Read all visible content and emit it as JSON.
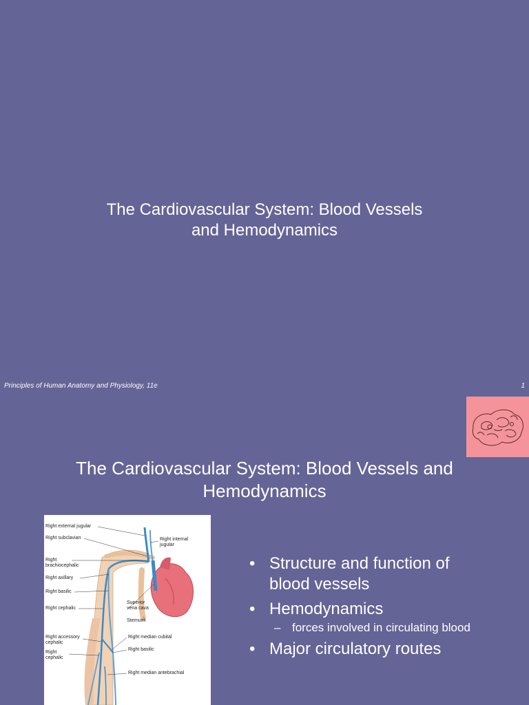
{
  "slide1": {
    "title_line1": "The Cardiovascular System: Blood Vessels",
    "title_line2": "and Hemodynamics",
    "footer_left": "Principles of Human Anatomy and Physiology, 11e",
    "page_number": "1"
  },
  "slide2": {
    "title_line1": "The Cardiovascular System: Blood Vessels and",
    "title_line2": "Hemodynamics",
    "figure_labels": {
      "right_external_jugular": "Right external jugular",
      "right_subclavian": "Right subclavian",
      "right_internal_jugular": "Right internal\njugular",
      "right_brachiocephalic": "Right\nbrachiocephalic",
      "right_axillary": "Right axillary",
      "right_basilic": "Right basilic",
      "right_cephalic": "Right cephalic",
      "superior_vena_cava": "Superior\nvena cava",
      "sternum": "Sternum",
      "right_accessory_cephalic": "Right accessory\ncephalic",
      "right_median_cubital": "Right median cubital",
      "right_cephalic_2": "Right\ncephalic",
      "right_basilic_2": "Right basilic",
      "right_median_antebrachial": "Right median antebrachial"
    },
    "bullets": [
      {
        "line1": "Structure and function of",
        "line2": "blood vessels"
      },
      {
        "line1": "Hemodynamics",
        "sub": "forces involved in circulating blood"
      },
      {
        "line1": "Major circulatory routes"
      }
    ],
    "bullet_symbol": "•",
    "dash_symbol": "–",
    "colors": {
      "background": "#646496",
      "thumb": "#f4949a",
      "heart": "#e8707a",
      "vein": "#3a8ac8",
      "skin": "#f2d2b4"
    }
  }
}
